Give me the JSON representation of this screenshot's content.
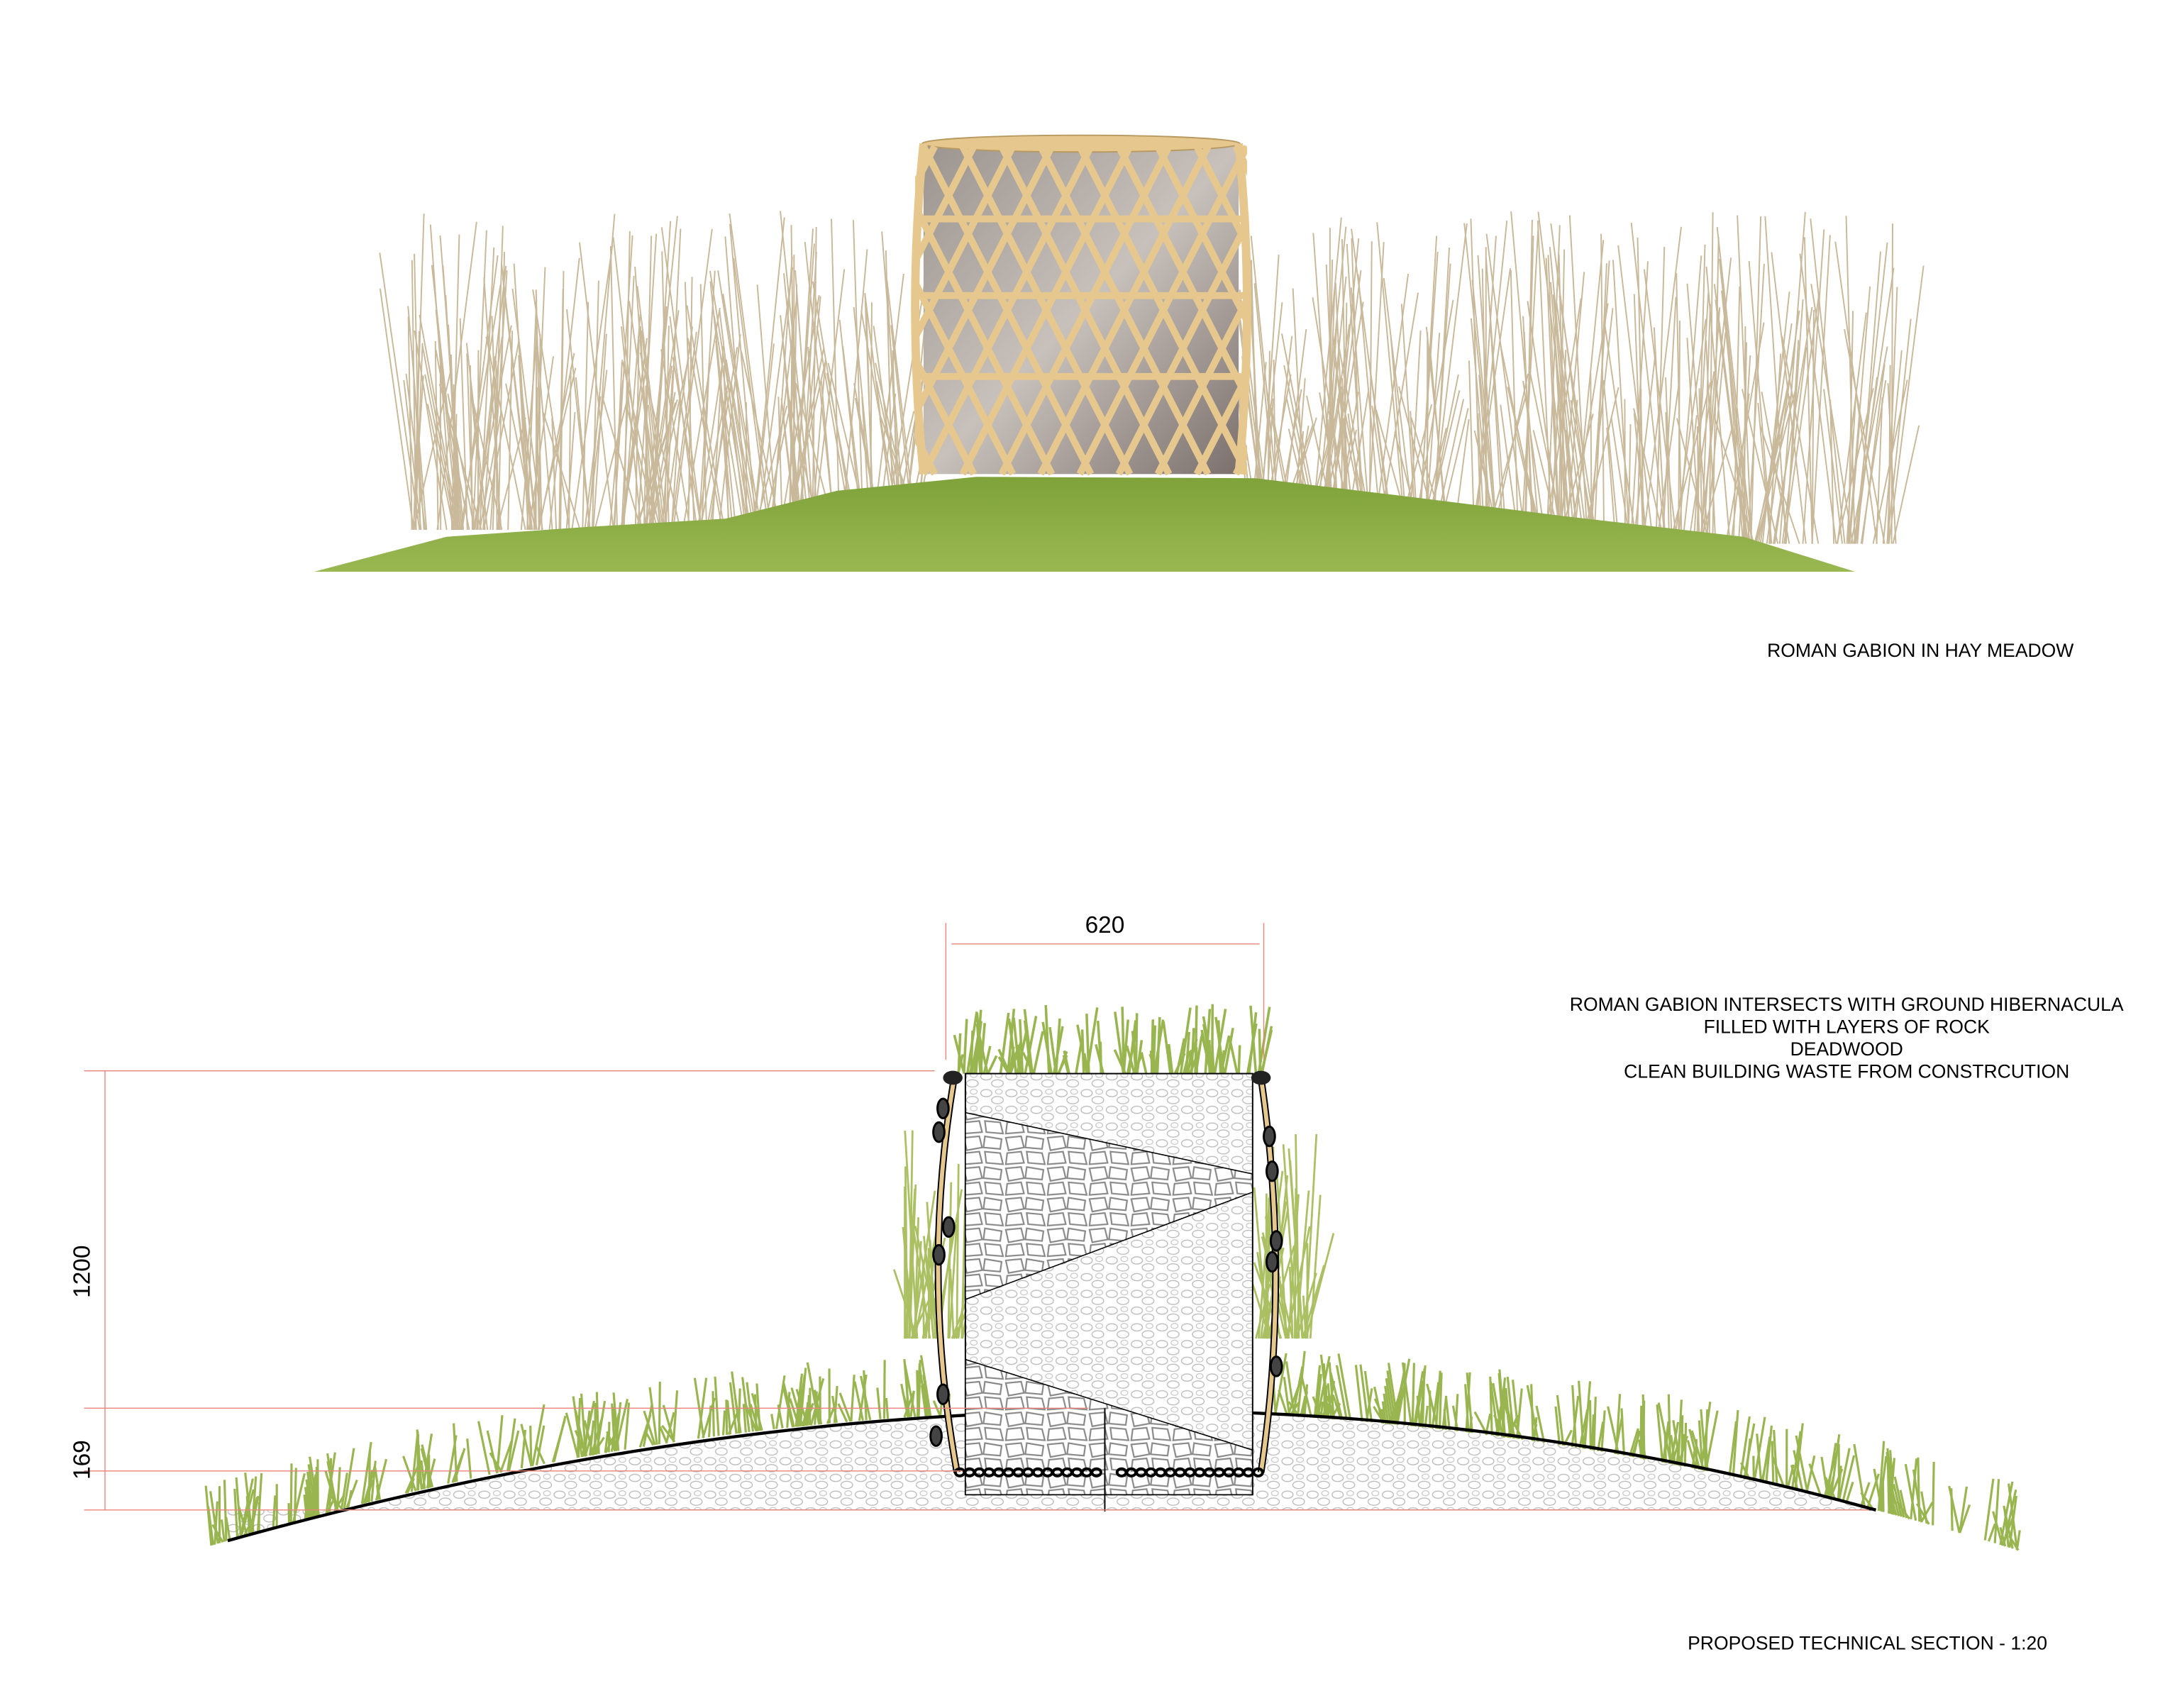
{
  "elevation": {
    "caption": "ROMAN GABION IN HAY MEADOW"
  },
  "section": {
    "dimensions": {
      "width": "620",
      "height": "1200",
      "depth": "169"
    },
    "notes": [
      "ROMAN GABION INTERSECTS WITH GROUND HIBERNACULA",
      "FILLED WITH LAYERS OF ROCK",
      "DEADWOOD",
      "CLEAN BUILDING WASTE FROM CONSTRCUTION"
    ],
    "caption": "PROPOSED TECHNICAL SECTION - 1:20"
  },
  "colors": {
    "timber": "#e6c88e",
    "grass_green": "#8fae3e",
    "dry_grass": "#b8a27a",
    "dimension_red": "#e8847a"
  }
}
